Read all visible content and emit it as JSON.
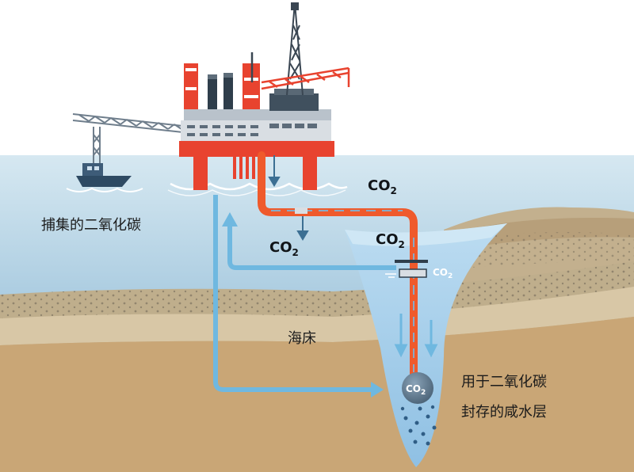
{
  "labels": {
    "captured_co2": "捕集的二氧化碳",
    "seabed": "海床",
    "storage_line1": "用于二氧化碳",
    "storage_line2": "封存的咸水层"
  },
  "co2_tags": {
    "pipe": "CO",
    "pipe_sub": "2",
    "vent": "CO",
    "vent_sub": "2",
    "reservoir_top": "CO",
    "reservoir_top_sub": "2",
    "separator": "CO",
    "separator_sub": "2",
    "bubble": "CO",
    "bubble_sub": "2"
  },
  "colors": {
    "sky": "#ffffff",
    "sea_top": "#cfe4ef",
    "sea_bottom": "#9fc4da",
    "platform_red": "#e8432f",
    "pipe_orange": "#ef5a2c",
    "flow_blue": "#6fb8e0",
    "seabed_sand": "#c8a878",
    "rock_layer": "#a9977a",
    "reservoir": "#a8d0ec"
  },
  "icons": [
    "oil-platform-icon",
    "drill-derrick-icon",
    "crane-icon",
    "boat-icon"
  ]
}
